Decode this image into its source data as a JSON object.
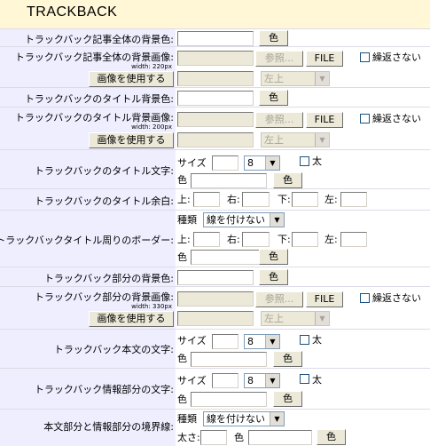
{
  "header": {
    "title": "TRACKBACK"
  },
  "common": {
    "color_btn": "色",
    "browse_btn": "参照...",
    "file_btn": "FILE",
    "no_repeat": "繰返さない",
    "use_image_btn": "画像を使用する",
    "position_default": "左上",
    "size_label": "サイズ",
    "size_value": "8",
    "bold_label": "太",
    "color_label": "色",
    "top": "上:",
    "right": "右:",
    "bottom": "下:",
    "left": "左:",
    "kind_label": "種類",
    "border_kind": "線を付けない",
    "thickness_label": "太さ:"
  },
  "labels": {
    "bg_color": "トラックバック記事全体の背景色:",
    "bg_image": "トラックバック記事全体の背景画像:",
    "bg_image_width": "width: 220px",
    "title_bg_color": "トラックバックのタイトル背景色:",
    "title_bg_image": "トラックバックのタイトル背景画像:",
    "title_bg_image_width": "width: 200px",
    "title_text": "トラックバックのタイトル文字:",
    "title_margin": "トラックバックのタイトル余白:",
    "title_border": "トラックバックタイトル周りのボーダー:",
    "part_bg_color": "トラックバック部分の背景色:",
    "part_bg_image": "トラックバック部分の背景画像:",
    "part_bg_image_width": "width: 330px",
    "body_text": "トラックバック本文の文字:",
    "info_text": "トラックバック情報部分の文字:",
    "separator": "本文部分と情報部分の境界線:"
  }
}
